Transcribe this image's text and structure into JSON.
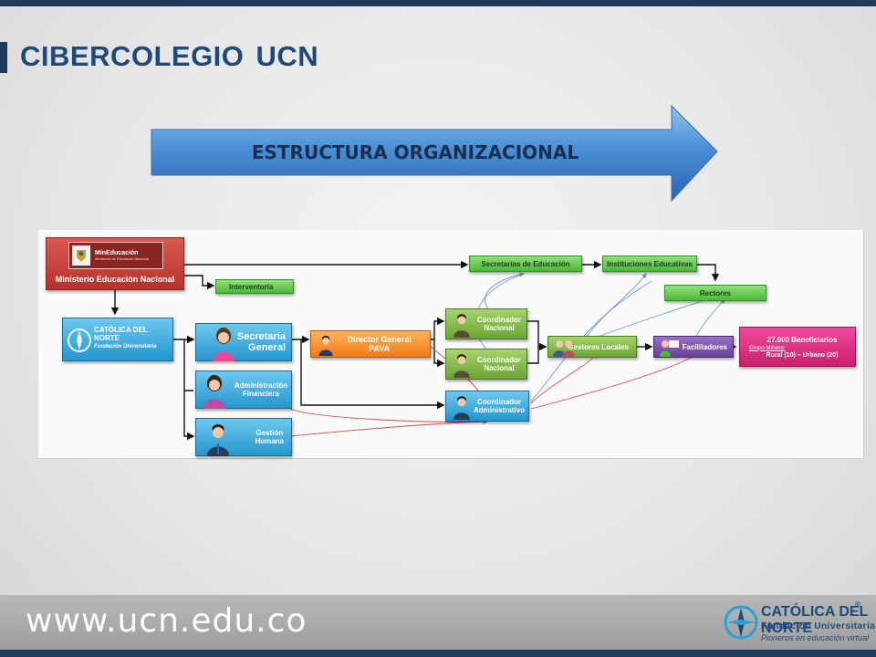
{
  "header": {
    "title": "CIBERCOLEGIO UCN"
  },
  "banner": {
    "text": "ESTRUCTURA ORGANIZACIONAL"
  },
  "nodes": {
    "ministerio": {
      "badge_title": "MinEducación",
      "badge_sub": "Ministerio de Educación Nacional",
      "label": "Ministerio Educación Nacional"
    },
    "interventoria": "Interventoría",
    "ucn_logo": {
      "name": "CATÓLICA DEL NORTE",
      "sub": "Fundación Universitaria"
    },
    "secretarias": "Secretarías de Educación",
    "instituciones": "Instituciones Educativas",
    "rectores": "Rectores",
    "secretaria_general": {
      "line1": "Secretaría",
      "line2": "General"
    },
    "administracion": {
      "line1": "Administración",
      "line2": "Financiera"
    },
    "gestion": {
      "line1": "Gestión",
      "line2": "Humana"
    },
    "director": {
      "line1": "Director General",
      "line2": "PAVA"
    },
    "coord1": {
      "line1": "Coordinador",
      "line2": "Nacional"
    },
    "coord2": {
      "line1": "Coordinador",
      "line2": "Nacional"
    },
    "coord_admin": {
      "line1": "Coordinador",
      "line2": "Administrativo"
    },
    "gestores": "Gestores Locales",
    "facilitadores": "Facilitadores",
    "beneficiarios": {
      "title": "27.000 Beneficiarios",
      "sub": "Grupo Mínimo:",
      "detail": "Rural (10) – Urbano (20)"
    }
  },
  "footer": {
    "url": "www.ucn.edu.co",
    "logo_name": "CATÓLICA DEL NORTE",
    "logo_sub": "Fundación Universitaria",
    "logo_tag": "Pioneros en educación virtual",
    "reg": "®"
  },
  "colors": {
    "brand_navy": "#1f3a5c",
    "title_blue": "#1e4a7a",
    "green": "#4cb83a",
    "blue": "#2496cf",
    "red": "#b5322b",
    "orange": "#f07a16",
    "purple": "#6b3f98",
    "magenta": "#cc1f6e"
  }
}
